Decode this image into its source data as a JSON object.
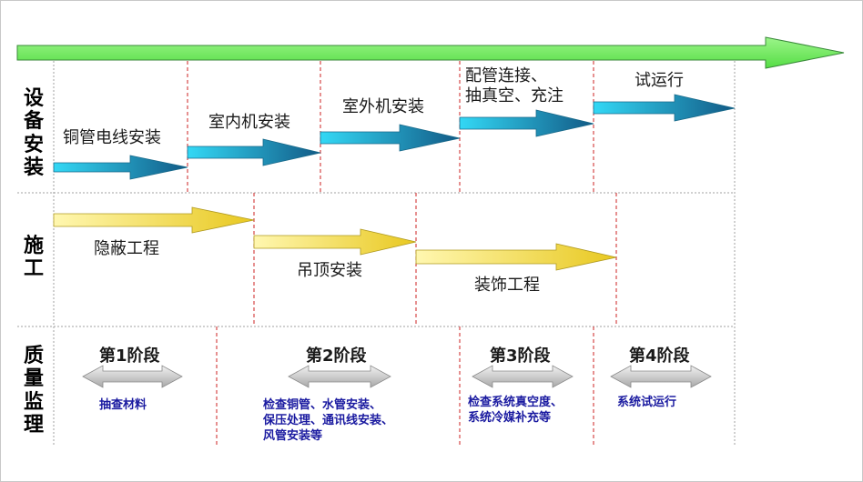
{
  "rows": {
    "equipment": "设\n备\n安\n装",
    "construction": "施\n工",
    "quality": "质\n量\n监\n理"
  },
  "equipment_steps": [
    "铜管电线安装",
    "室内机安装",
    "室外机安装",
    "配管连接、\n抽真空、充注",
    "试运行"
  ],
  "construction_steps": [
    "隐蔽工程",
    "吊顶安装",
    "装饰工程"
  ],
  "quality_stages": [
    {
      "stage": "第1阶段",
      "note": "抽查材料"
    },
    {
      "stage": "第2阶段",
      "note": "检查铜管、水管安装、\n保压处理、通讯线安装、\n风管安装等"
    },
    {
      "stage": "第3阶段",
      "note": "检查系统真空度、\n系统冷媒补充等"
    },
    {
      "stage": "第4阶段",
      "note": "系统试运行"
    }
  ],
  "colors": {
    "timeline_arrow": "#66ee55",
    "equipment_arrow": "#1a8fb0",
    "construction_arrow": "#e8d040",
    "quality_arrow": "#b0b0b0",
    "divider": "#cc2222",
    "note_text": "#1a1aa0"
  }
}
